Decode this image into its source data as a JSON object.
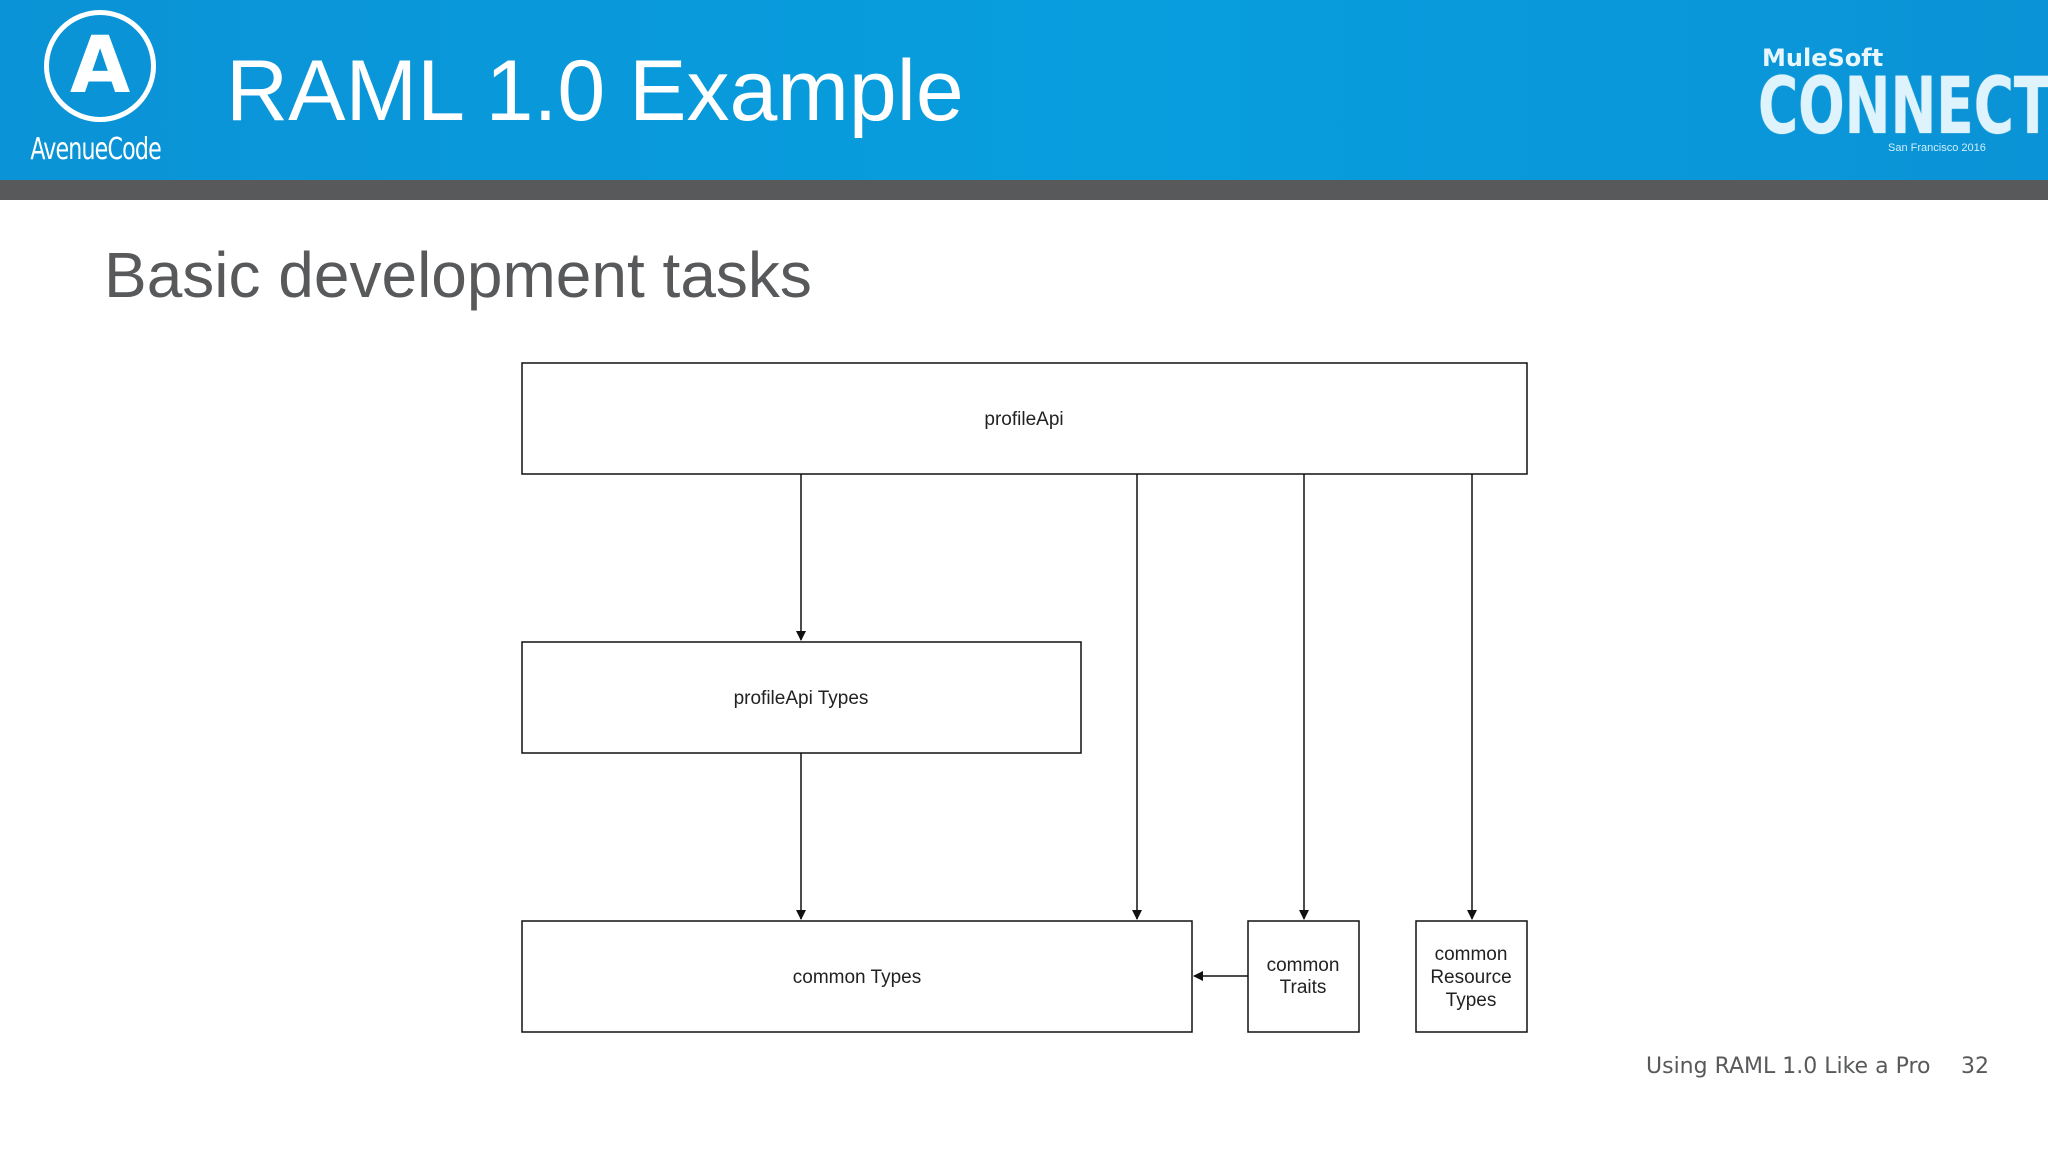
{
  "header": {
    "title": "RAML 1.0 Example",
    "logo_left": {
      "letter": "A",
      "text": "AvenueCode"
    },
    "logo_right": {
      "brand": "MuleSoft",
      "name": "CONNECT",
      "sub": "San Francisco 2016"
    }
  },
  "subtitle": "Basic development tasks",
  "diagram": {
    "nodes": {
      "profileApi": "profileApi",
      "profileApi_types": "profileApi Types",
      "common_types": "common Types",
      "common_traits": [
        "common",
        "Traits"
      ],
      "common_resource_types": [
        "common",
        "Resource",
        "Types"
      ]
    },
    "edges": [
      {
        "from": "profileApi",
        "to": "profileApi Types"
      },
      {
        "from": "profileApi Types",
        "to": "common Types"
      },
      {
        "from": "profileApi",
        "to": "common Types"
      },
      {
        "from": "profileApi",
        "to": "common Traits"
      },
      {
        "from": "profileApi",
        "to": "common Resource Types"
      },
      {
        "from": "common Traits",
        "to": "common Types"
      }
    ]
  },
  "footer": {
    "text": "Using RAML 1.0 Like a Pro",
    "page_number": "32"
  },
  "colors": {
    "header_blue": "#0a93d6",
    "header_bar": "#58595b",
    "text_gray": "#58595b"
  }
}
